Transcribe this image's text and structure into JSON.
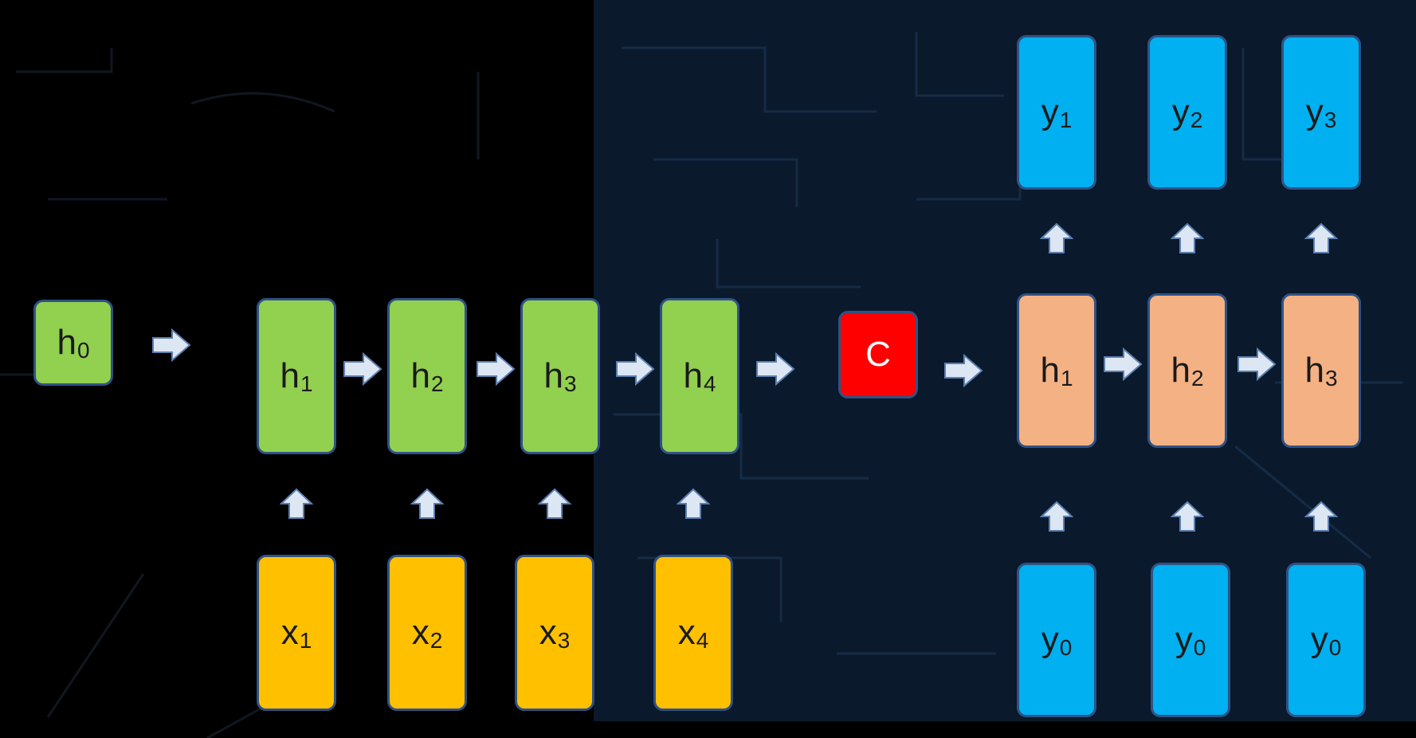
{
  "colors": {
    "encoder_hidden": "#92d050",
    "encoder_input": "#ffc000",
    "context": "#ff0000",
    "decoder_hidden": "#f4b183",
    "decoder_io": "#00b0f0",
    "node_border": "#2f5285",
    "arrow_fill": "#dde6f3"
  },
  "initial_state": {
    "base": "h",
    "sub": "0"
  },
  "encoder": {
    "hidden": [
      {
        "base": "h",
        "sub": "1"
      },
      {
        "base": "h",
        "sub": "2"
      },
      {
        "base": "h",
        "sub": "3"
      },
      {
        "base": "h",
        "sub": "4"
      }
    ],
    "inputs": [
      {
        "base": "x",
        "sub": "1"
      },
      {
        "base": "x",
        "sub": "2"
      },
      {
        "base": "x",
        "sub": "3"
      },
      {
        "base": "x",
        "sub": "4"
      }
    ]
  },
  "context": {
    "label": "C"
  },
  "decoder": {
    "outputs": [
      {
        "base": "y",
        "sub": "1"
      },
      {
        "base": "y",
        "sub": "2"
      },
      {
        "base": "y",
        "sub": "3"
      }
    ],
    "hidden": [
      {
        "base": "h",
        "sub": "1"
      },
      {
        "base": "h",
        "sub": "2"
      },
      {
        "base": "h",
        "sub": "3"
      }
    ],
    "inputs": [
      {
        "base": "y",
        "sub": "0"
      },
      {
        "base": "y",
        "sub": "0"
      },
      {
        "base": "y",
        "sub": "0"
      }
    ]
  },
  "arrow_icon": "block-arrow-icon"
}
